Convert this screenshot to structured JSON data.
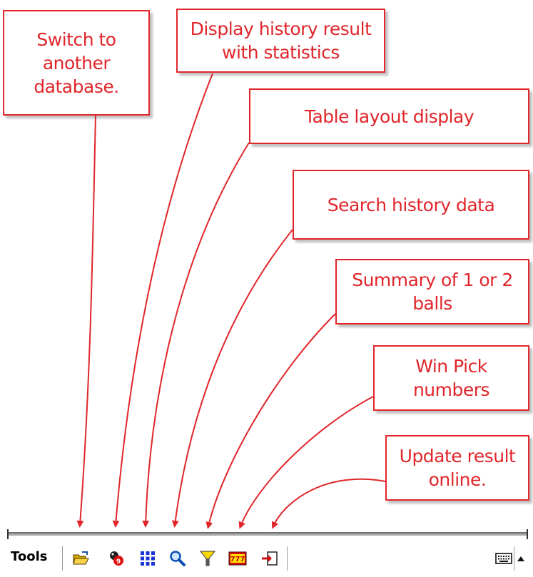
{
  "callouts": {
    "switch_db": [
      "Switch to",
      "another",
      "database."
    ],
    "history_stats": [
      "Display history result",
      "with statistics"
    ],
    "table_layout": [
      "Table layout display"
    ],
    "search_history": [
      "Search history data"
    ],
    "summary_balls": [
      "Summary of 1 or 2",
      "balls"
    ],
    "win_pick": [
      "Win Pick",
      "numbers"
    ],
    "update_online": [
      "Update result",
      "online."
    ]
  },
  "toolbar": {
    "menu_label": "Tools",
    "icons": [
      "open-folder-icon",
      "lottery-balls-icon",
      "grid-icon",
      "magnifier-icon",
      "filter-funnel-icon",
      "slot-777-icon",
      "import-arrow-icon",
      "keyboard-icon",
      "sip-arrow-up-icon"
    ]
  },
  "colors": {
    "callout_border": "#e0262b",
    "callout_text": "#e0262b",
    "arrow": "#e0262b"
  }
}
